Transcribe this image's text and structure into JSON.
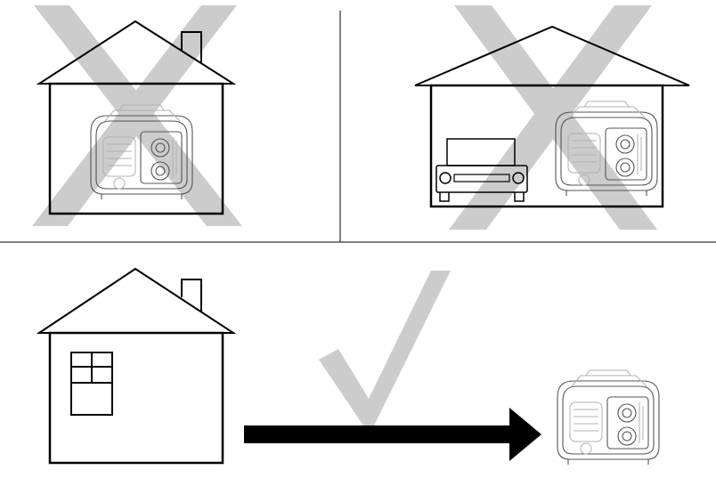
{
  "colors": {
    "background": "#ffffff",
    "line": "#000000",
    "mark": "#cccccc",
    "generator": "#555555"
  },
  "panels": [
    {
      "name": "house-indoors",
      "verdict": "not-allowed"
    },
    {
      "name": "garage",
      "verdict": "not-allowed"
    },
    {
      "name": "outdoors-away-from-house",
      "verdict": "allowed"
    }
  ],
  "icons": [
    "house-icon",
    "chimney-icon",
    "generator-icon",
    "car-icon",
    "window-icon",
    "arrow-right-icon",
    "x-mark-icon",
    "check-mark-icon"
  ]
}
